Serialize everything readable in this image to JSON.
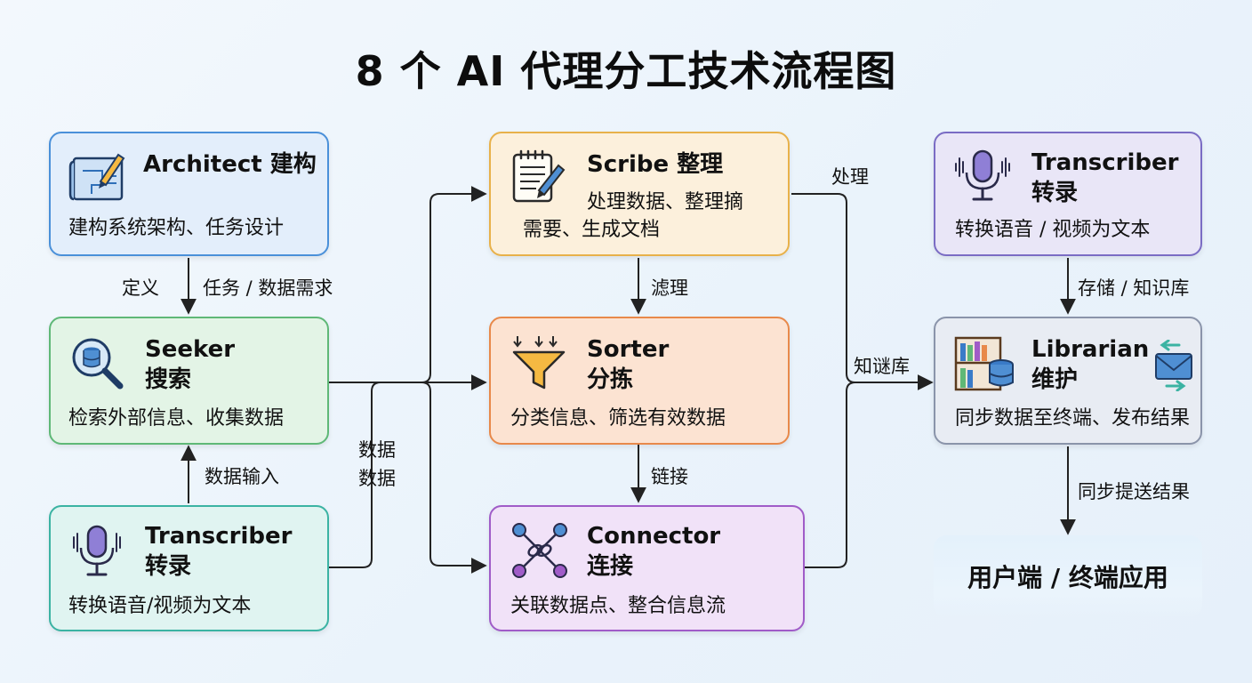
{
  "title": "8 个 AI 代理分工技术流程图",
  "nodes": {
    "architect": {
      "name": "Architect 建构",
      "desc": "建构系统架构、任务设计",
      "color": "#4a90d9",
      "bg": "#e3eefb"
    },
    "seeker": {
      "name_line1": "Seeker",
      "name_line2": "搜索",
      "desc": "检索外部信息、收集数据",
      "color": "#5fb877",
      "bg": "#e3f4e6"
    },
    "transcriber_left": {
      "name_line1": "Transcriber",
      "name_line2": "转录",
      "desc": "转换语音/视频为文本",
      "color": "#3bb3a3",
      "bg": "#e0f4f1"
    },
    "scribe": {
      "name": "Scribe 整理",
      "desc_line1": "处理数据、整理摘",
      "desc_line2": "需要、生成文档",
      "color": "#e8b14a",
      "bg": "#fcf0dc"
    },
    "sorter": {
      "name_line1": "Sorter",
      "name_line2": "分拣",
      "desc": "分类信息、筛选有效数据",
      "color": "#e8894a",
      "bg": "#fce3d2"
    },
    "connector": {
      "name_line1": "Connector",
      "name_line2": "连接",
      "desc": "关联数据点、整合信息流",
      "color": "#a05cc8",
      "bg": "#f1e2f8"
    },
    "transcriber_right": {
      "name_line1": "Transcriber",
      "name_line2": "转录",
      "desc": "转换语音 / 视频为文本",
      "color": "#7a6cc4",
      "bg": "#e9e6f7"
    },
    "librarian": {
      "name_line1": "Librarian",
      "name_line2": "维护",
      "desc": "同步数据至终端、发布结果",
      "color": "#8a94aa",
      "bg": "#e8ecf3"
    }
  },
  "endpoint": {
    "label": "用户端 / 终端应用"
  },
  "edge_labels": {
    "define": "定义",
    "task_data_req": "任务 / 数据需求",
    "data_input": "数据输入",
    "data1": "数据",
    "data2": "数据",
    "filter": "滤理",
    "link": "链接",
    "process": "处理",
    "knowledge_base": "知谜库",
    "store_kb": "存储 / 知识库",
    "sync_push": "同步提送结果"
  },
  "icons": {
    "architect": "blueprint-pencil-icon",
    "seeker": "magnifier-database-icon",
    "transcriber": "microphone-icon",
    "scribe": "notepad-pen-icon",
    "sorter": "funnel-icon",
    "connector": "network-nodes-icon",
    "librarian": "bookshelf-database-icon",
    "mail": "mail-sync-icon"
  },
  "line_color": "#222222"
}
